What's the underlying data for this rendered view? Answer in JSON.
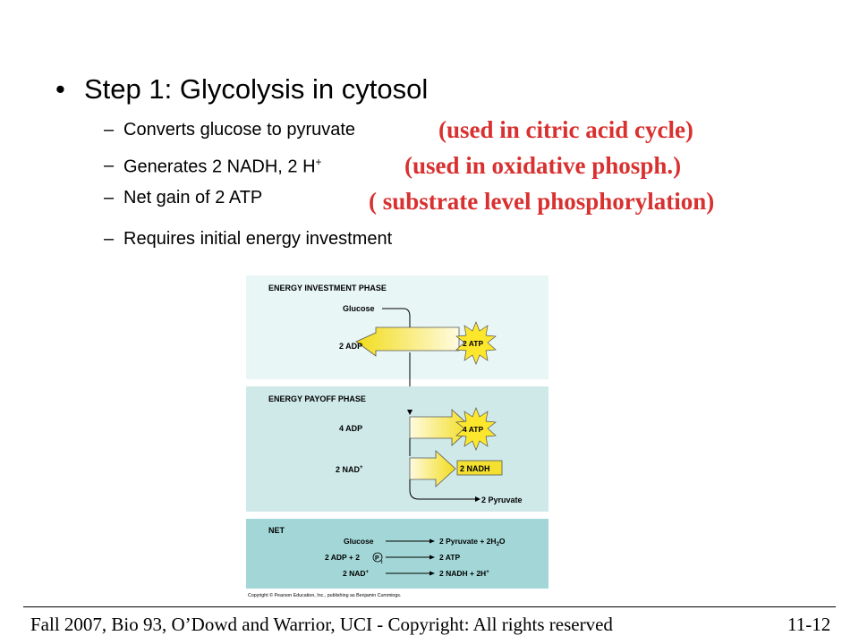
{
  "main_bullet": {
    "symbol": "•",
    "text": "Step 1: Glycolysis in cytosol"
  },
  "sub_bullets": [
    {
      "dash": "–",
      "text": "Converts glucose to pyruvate"
    },
    {
      "dash": "–",
      "text": "Generates 2 NADH, 2 H",
      "sup": "+"
    },
    {
      "dash": "–",
      "text": "Net gain of  2 ATP"
    },
    {
      "dash": "–",
      "text": "Requires initial energy investment"
    }
  ],
  "annotations": [
    "(used in citric acid cycle)",
    "(used in oxidative phosph.)",
    "( substrate level phosphorylation)"
  ],
  "colors": {
    "annotation": "#d93030",
    "panel_light": "#e9f6f6",
    "panel_mid": "#cfe9e9",
    "panel_net": "#a3d7d7",
    "arrow_yellow": "#f3e030",
    "burst": "#fde72d"
  },
  "figure": {
    "investment": {
      "title": "ENERGY INVESTMENT PHASE",
      "glucose": "Glucose",
      "adp": "2 ADP",
      "atp": "2 ATP"
    },
    "payoff": {
      "title": "ENERGY PAYOFF PHASE",
      "adp": "4 ADP",
      "atp": "4 ATP",
      "nad": "2 NAD",
      "nad_sup": "+",
      "nadh": "2 NADH",
      "pyruvate": "2 Pyruvate"
    },
    "net": {
      "title": "NET",
      "rows": [
        {
          "left": "Glucose",
          "right": "2 Pyruvate + 2H",
          "right_sub": "2",
          "right_tail": "O"
        },
        {
          "left": "2 ADP + 2",
          "left_circle": "P",
          "left_sub": "i",
          "right": "2 ATP"
        },
        {
          "left": "2 NAD",
          "left_sup": "+",
          "right": "2 NADH + 2H",
          "right_sup": "+"
        }
      ]
    },
    "copyright": "Copyright © Pearson Education, Inc., publishing as Benjamin Cummings."
  },
  "footer": {
    "text": "Fall 2007, Bio 93, O’Dowd and Warrior, UCI - Copyright: All rights reserved",
    "page": "11-12"
  }
}
